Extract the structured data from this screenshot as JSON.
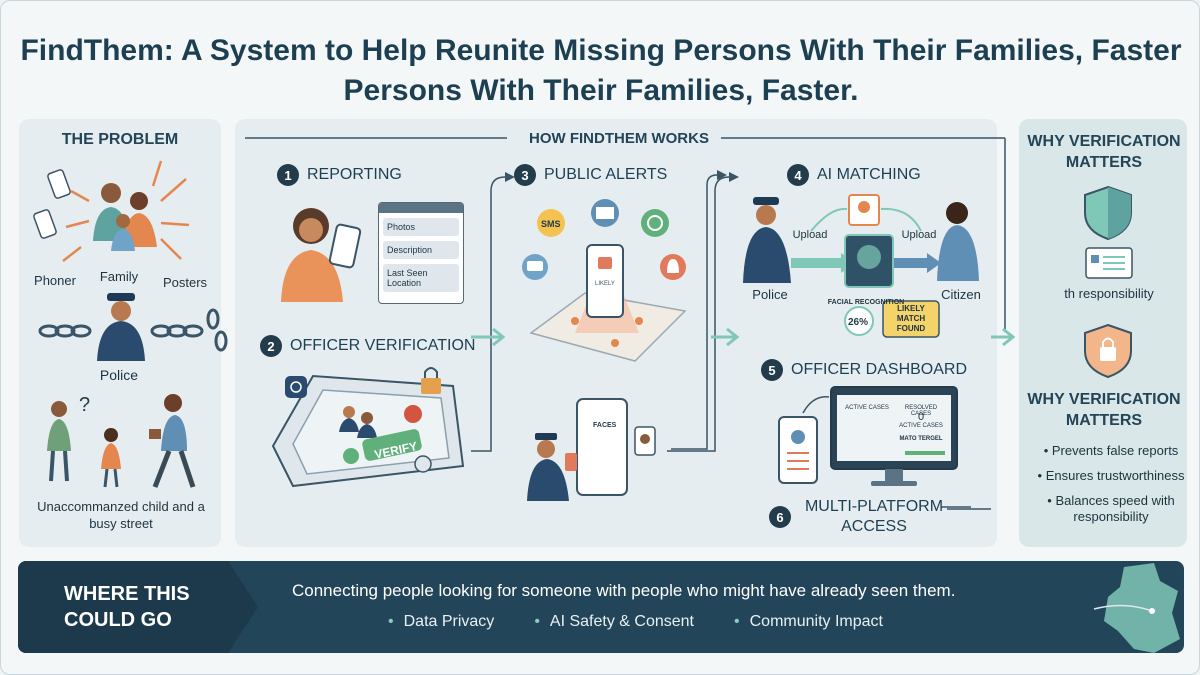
{
  "title": {
    "line1": "FindThem: A System to Help Reunite Missing Persons With Their Families, Faster",
    "line2": "Persons With Their Families, Faster."
  },
  "problem": {
    "heading": "THE PROBLEM",
    "phone": "Phoner",
    "family": "Family",
    "posters": "Posters",
    "police": "Police",
    "caption": "Unaccommanzed child and a busy street"
  },
  "works": {
    "heading": "HOW FINDTHEM WORKS",
    "steps": [
      {
        "n": "1",
        "label": "REPORTING"
      },
      {
        "n": "2",
        "label": "OFFICER VERIFICATION"
      },
      {
        "n": "3",
        "label": "PUBLIC ALERTS"
      },
      {
        "n": "4",
        "label": "AI MATCHING"
      },
      {
        "n": "5",
        "label": "OFFICER DASHBOARD"
      },
      {
        "n": "6",
        "label": "MULTI-PLATFORM ACCESS"
      }
    ],
    "form_fields": [
      "Photos",
      "Description",
      "Last Seen Location"
    ],
    "verify": "VERIFY",
    "sms": "SMS",
    "likely": "LIKELY",
    "faces": "FACES",
    "upload_left": "Upload",
    "upload_right": "Upload",
    "police": "Police",
    "citizen": "Citizen",
    "facial_recognition": "FACIAL RECOGNITION",
    "match_percent": "26%",
    "match_found": "LIKELY MATCH FOUND",
    "dash_active": "ACTIVE CASES",
    "dash_resolved": "RESOLVED CASES",
    "dash_zero": "0",
    "dash_active2": "ACTIVE CASES",
    "dash_match": "MATO TERGEL"
  },
  "why": {
    "heading1": "WHY VERIFICATION MATTERS",
    "snippet": "th responsibility",
    "heading2": "WHY VERIFICATION MATTERS",
    "bullets": [
      "Prevents false reports",
      "Ensures trustworthiness",
      "Balances speed with responsibility"
    ]
  },
  "bottom": {
    "where": "WHERE THIS COULD GO",
    "tagline": "Connecting people looking for someone with people who might have already seen them.",
    "bullets": [
      "Data Privacy",
      "AI Safety & Consent",
      "Community Impact"
    ]
  },
  "colors": {
    "dark": "#1d3f52",
    "teal": "#7fc7b6",
    "orange": "#e4874f",
    "panel": "#e6edf1"
  }
}
